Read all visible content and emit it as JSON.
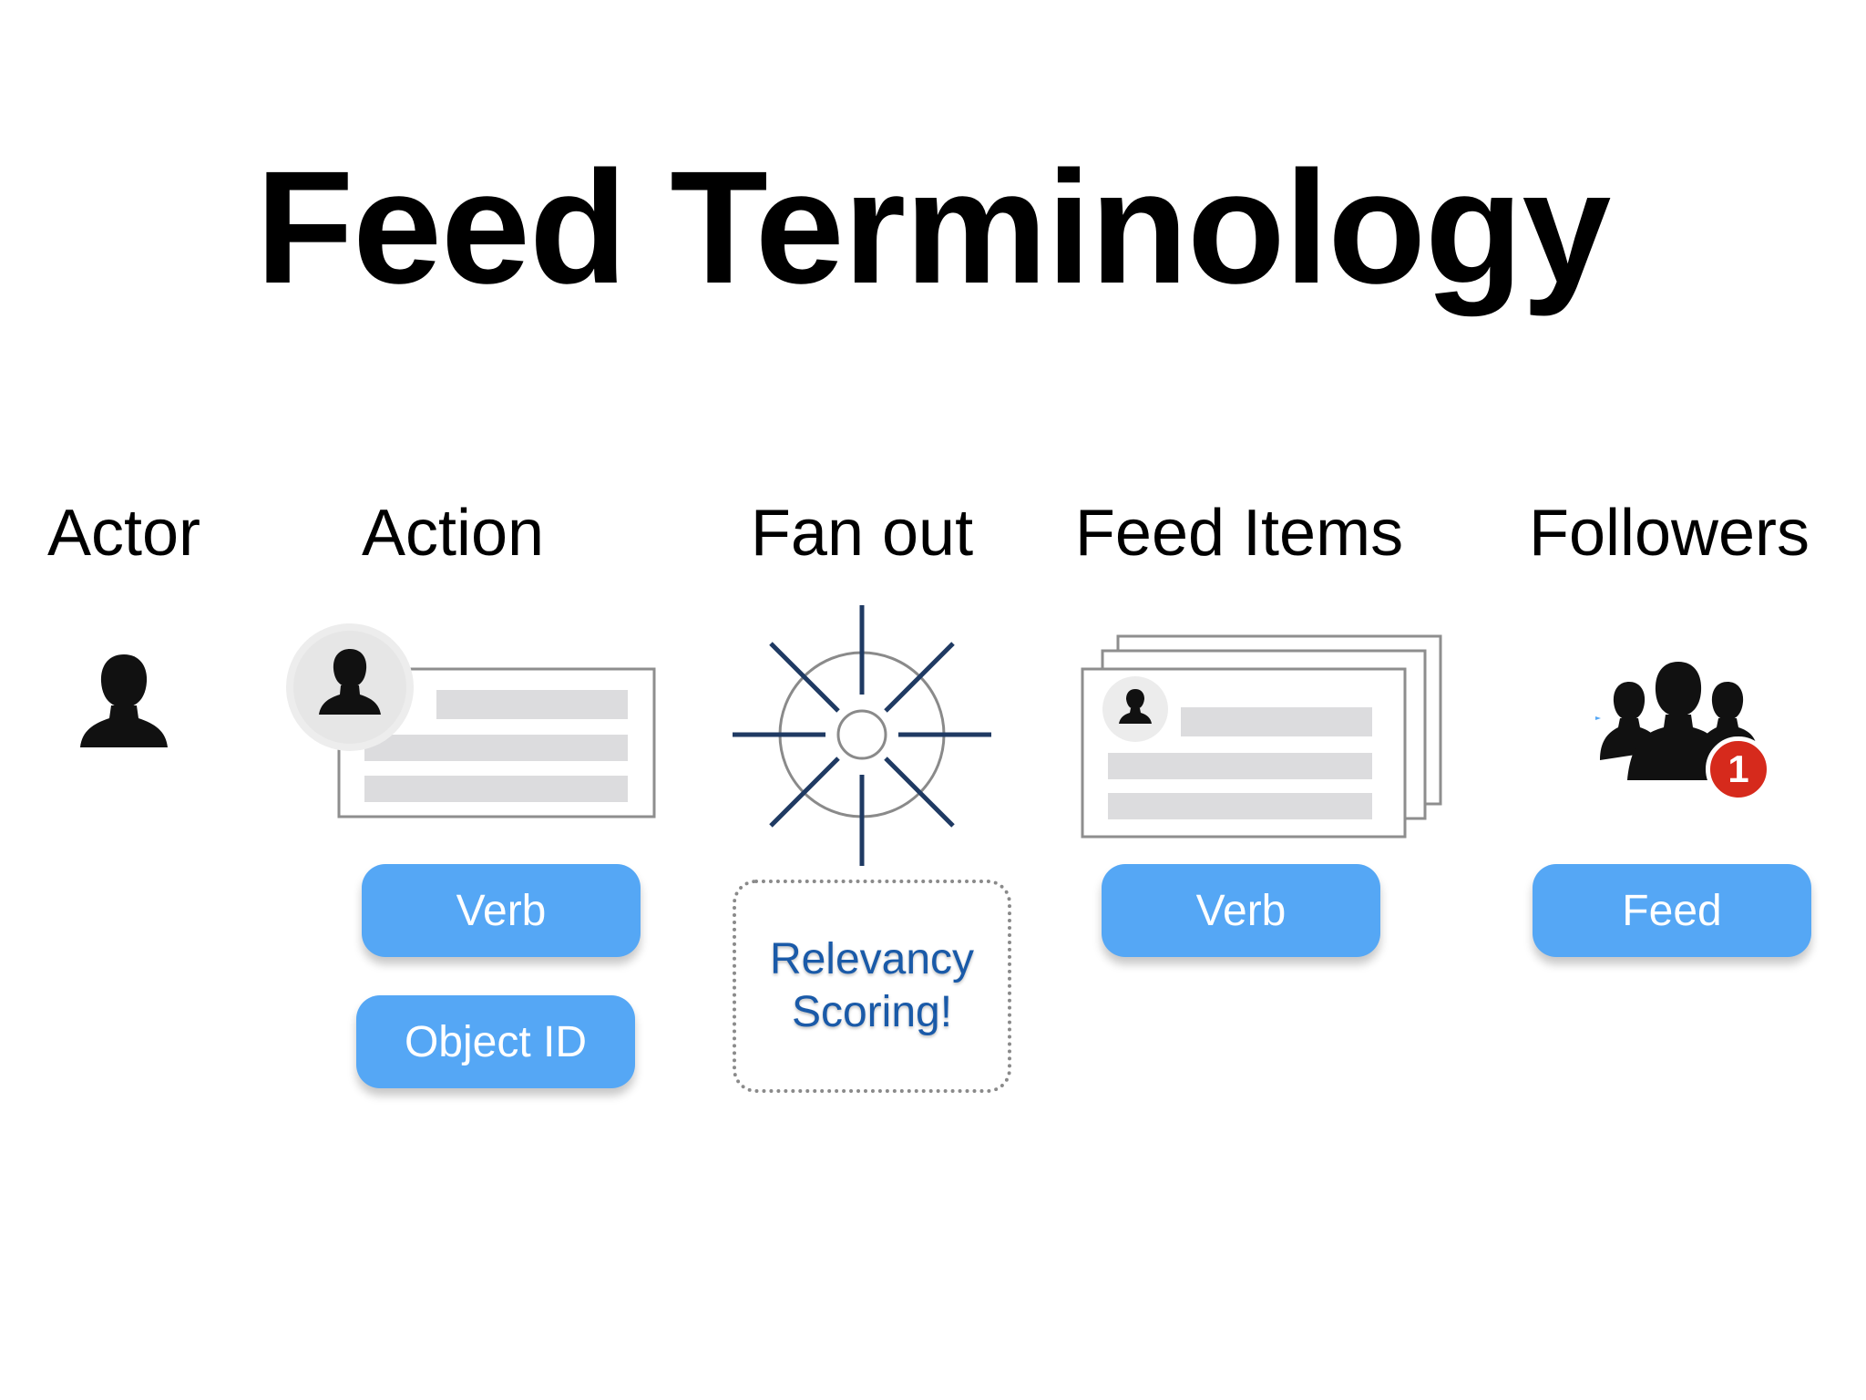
{
  "title": "Feed Terminology",
  "columns": {
    "actor": {
      "label": "Actor",
      "icon": "person-silhouette-icon"
    },
    "action": {
      "label": "Action",
      "pills": [
        "Verb",
        "Object ID"
      ],
      "icon": "activity-card-icon"
    },
    "fan_out": {
      "label": "Fan out",
      "note_line1": "Relevancy",
      "note_line2": "Scoring!",
      "icon": "fan-out-burst-icon"
    },
    "feed_items": {
      "label": "Feed Items",
      "pills": [
        "Verb"
      ],
      "icon": "stacked-cards-icon"
    },
    "followers": {
      "label": "Followers",
      "pills": [
        "Feed"
      ],
      "badge": "1",
      "icon": "group-icon"
    }
  },
  "colors": {
    "pill": "#55a7f5",
    "burst": "#1f3a63",
    "badge": "#d62a1c",
    "note_text": "#1a5aa8",
    "placeholder_bar": "#dcdcde"
  }
}
